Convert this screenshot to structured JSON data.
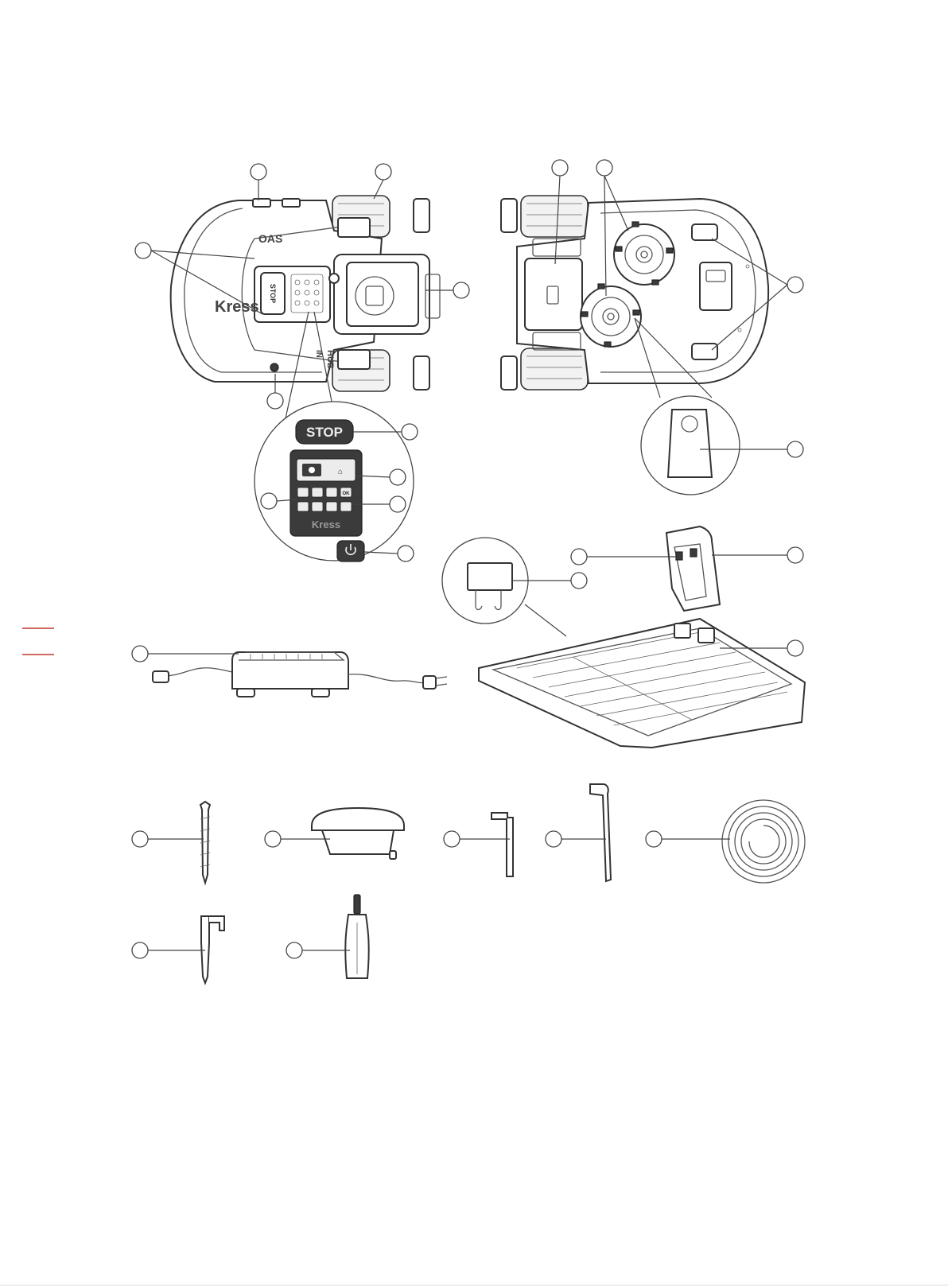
{
  "diagram": {
    "mower_top": {
      "brand_logo": "Kress",
      "oas_label": "OAS",
      "hub_label": "HUB",
      "in_label": "IN"
    },
    "control_panel": {
      "stop_button_label": "STOP",
      "brand_logo": "Kress",
      "ok_key_label": "OK",
      "power_icon": "power-icon"
    },
    "colors": {
      "line": "#333333",
      "panel_dark": "#3b3b3b",
      "margin_marks": "#c0392b"
    }
  }
}
